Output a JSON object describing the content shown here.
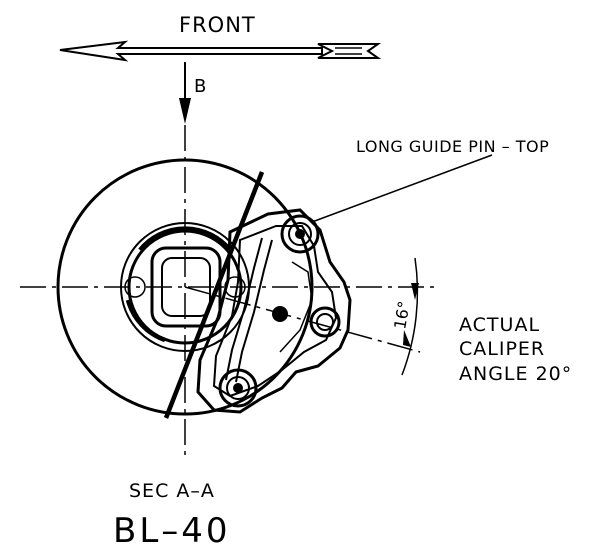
{
  "labels": {
    "front": "FRONT",
    "view_letter": "B",
    "long_guide_pin": "LONG GUIDE PIN – TOP",
    "angle_dim": "16°",
    "actual_line1": "ACTUAL",
    "actual_line2": "CALIPER",
    "actual_line3": "ANGLE 20°",
    "section": "SEC A–A",
    "part": "BL–40"
  }
}
